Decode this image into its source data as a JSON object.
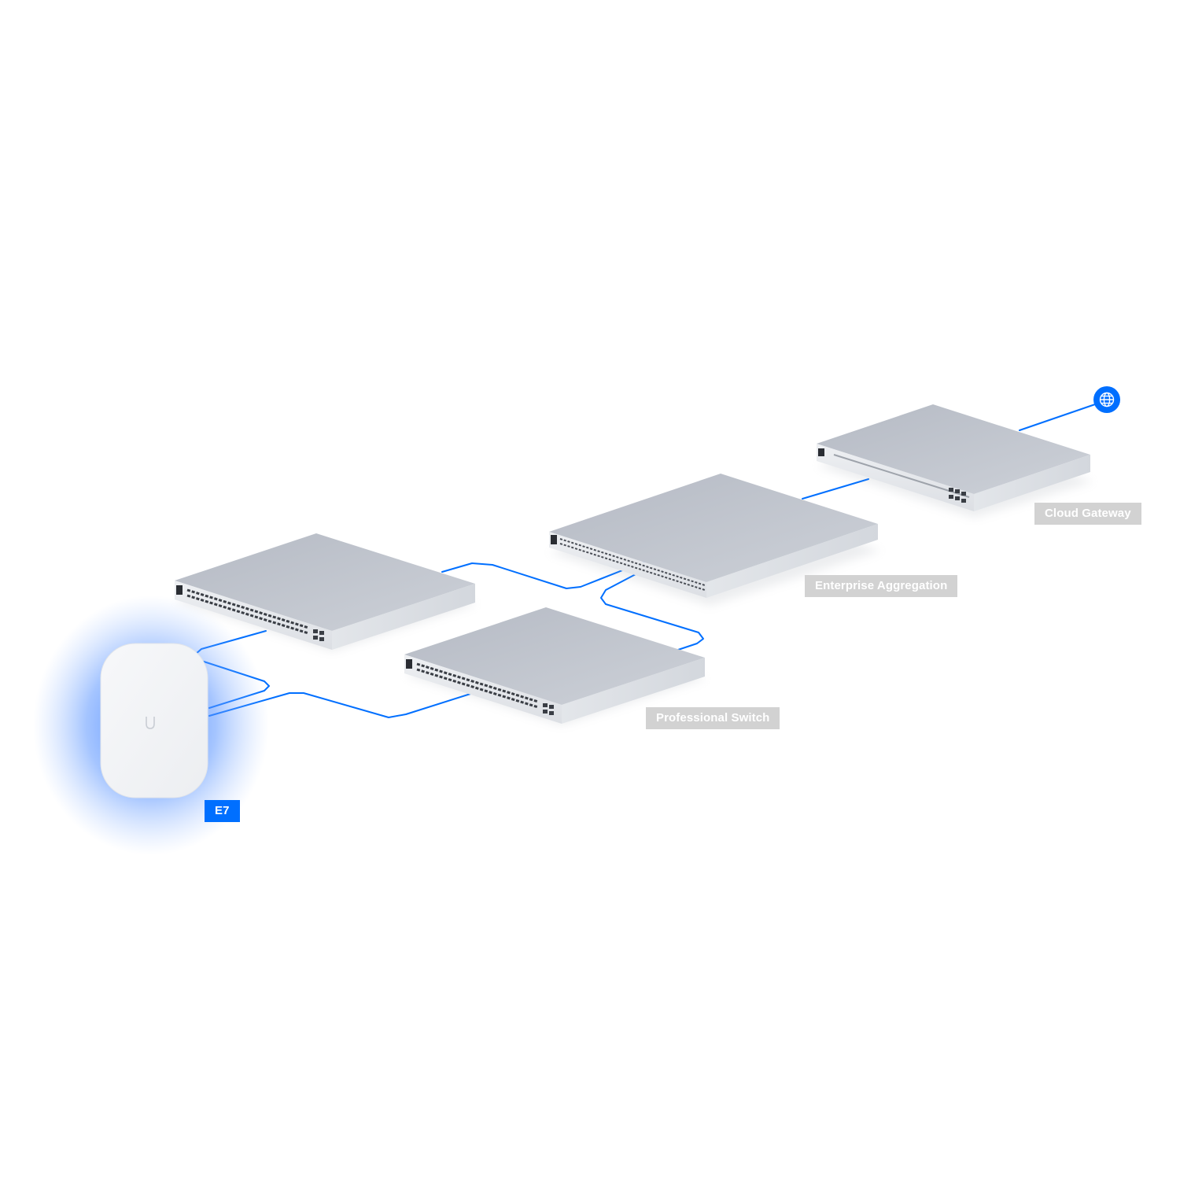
{
  "colors": {
    "link": "#006fff",
    "accent": "#006fff",
    "tag_inactive": "#d2d2d2",
    "device_top": "#c3c7cf",
    "device_front": "#e6e8ec"
  },
  "internet": {
    "icon": "globe-icon"
  },
  "devices": {
    "cloud_gateway": {
      "label": "Cloud Gateway",
      "selected": false
    },
    "enterprise_aggregation": {
      "label": "Enterprise Aggregation",
      "selected": false
    },
    "switch_left": {
      "selected": false
    },
    "professional_switch": {
      "label": "Professional Switch",
      "selected": false
    },
    "access_point": {
      "label": "E7",
      "selected": true,
      "logo_icon": "ubiquiti-u-icon"
    }
  }
}
